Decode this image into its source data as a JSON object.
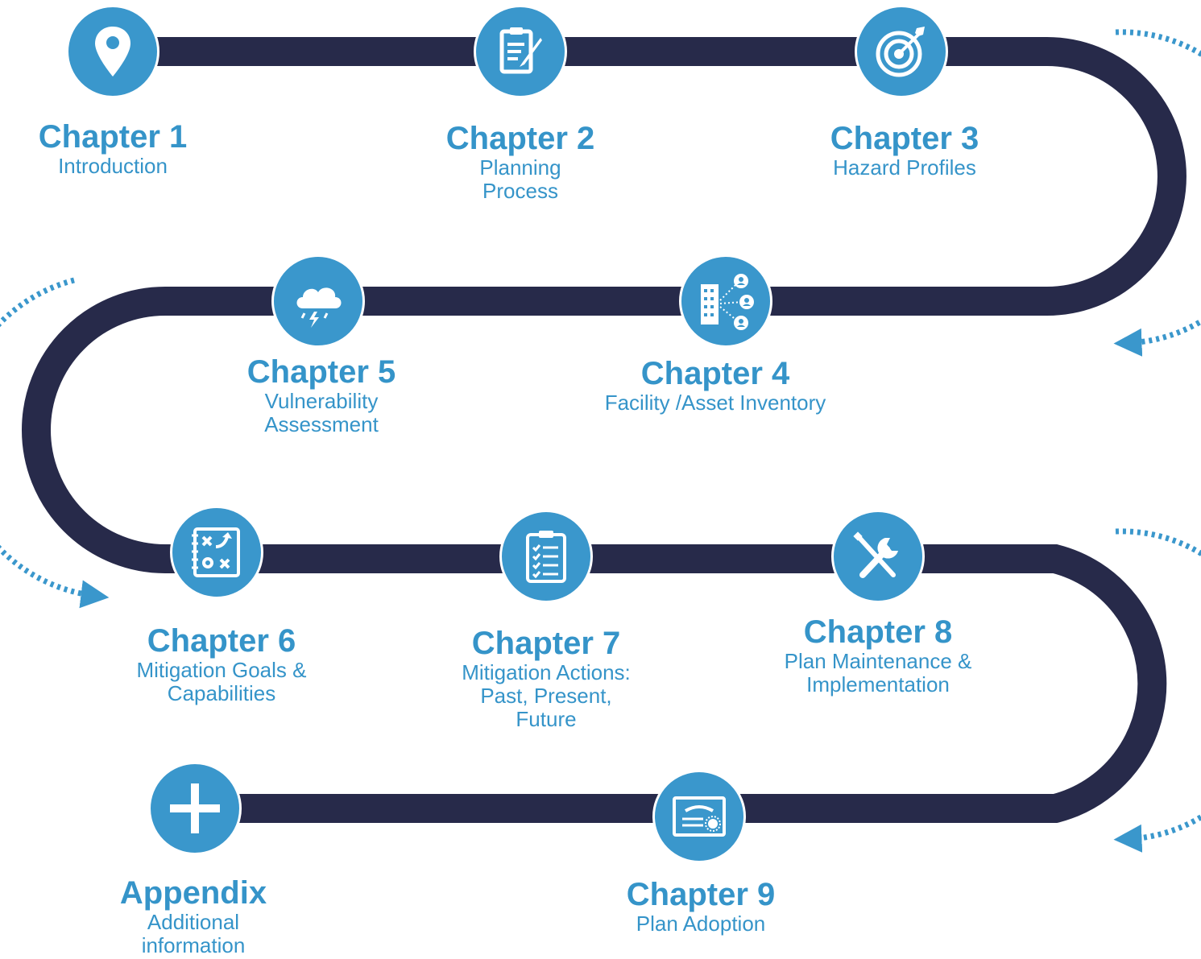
{
  "colors": {
    "road": "#272a4a",
    "accent": "#3a97cc",
    "text": "#3594c9",
    "white": "#ffffff"
  },
  "steps": [
    {
      "title": "Chapter 1",
      "subtitle": "Introduction",
      "icon": "map-pin-icon"
    },
    {
      "title": "Chapter 2",
      "subtitle": "Planning\nProcess",
      "icon": "clipboard-pencil-icon"
    },
    {
      "title": "Chapter 3",
      "subtitle": "Hazard Profiles",
      "icon": "target-icon"
    },
    {
      "title": "Chapter 4",
      "subtitle": "Facility /Asset Inventory",
      "icon": "building-people-icon"
    },
    {
      "title": "Chapter 5",
      "subtitle": "Vulnerability\nAssessment",
      "icon": "storm-cloud-icon"
    },
    {
      "title": "Chapter 6",
      "subtitle": "Mitigation Goals &\nCapabilities",
      "icon": "strategy-board-icon"
    },
    {
      "title": "Chapter 7",
      "subtitle": "Mitigation Actions:\nPast, Present,\nFuture",
      "icon": "checklist-icon"
    },
    {
      "title": "Chapter 8",
      "subtitle": "Plan Maintenance &\nImplementation",
      "icon": "tools-icon"
    },
    {
      "title": "Chapter 9",
      "subtitle": "Plan Adoption",
      "icon": "certificate-icon"
    },
    {
      "title": "Appendix",
      "subtitle": "Additional\ninformation",
      "icon": "plus-icon"
    }
  ]
}
